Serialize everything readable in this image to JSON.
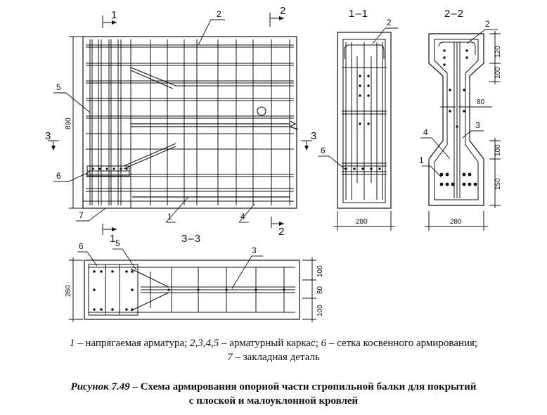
{
  "sections": {
    "main_cut_1_left": "1",
    "main_cut_2_left": "2",
    "main_cut_1_bottom": "1",
    "main_cut_2_bottom": "2",
    "main_cut_3_left": "3",
    "main_cut_3_right": "3",
    "title_1_1": "1–1",
    "title_2_2": "2–2",
    "title_3_3": "3–3"
  },
  "callouts": {
    "main": {
      "c1": "1",
      "c2": "2",
      "c4": "4",
      "c5": "5",
      "c6": "6",
      "c7": "7"
    },
    "sec11": {
      "c2": "2",
      "c6": "6"
    },
    "sec22": {
      "c1": "1",
      "c2": "2",
      "c3": "3",
      "c4": "4"
    },
    "sec33": {
      "c3": "3",
      "c5": "5",
      "c6": "6"
    }
  },
  "dimensions": {
    "main_height": "890",
    "sec11_width": "280",
    "sec22_width": "280",
    "sec22_120": "120",
    "sec22_100_top": "100",
    "sec22_80": "80",
    "sec22_100_bot": "100",
    "sec22_150": "150",
    "sec33_280": "280",
    "sec33_100_top": "100",
    "sec33_80": "80",
    "sec33_100_bot": "100"
  },
  "legend": {
    "l1_num": "1",
    "l1_text": " – напрягаемая арматура; ",
    "l2_num": "2,3,4,5",
    "l2_text": " – арматурный каркас; ",
    "l3_num": "6",
    "l3_text": " – сетка косвенного армирования;",
    "l4_num": "7",
    "l4_text": " – закладная деталь"
  },
  "caption": {
    "label": "Рисунок 7.49",
    "text_1": " – Схема армирования опорной части стропильной балки для покрытий",
    "text_2": "с плоской и малоуклонной кровлей"
  }
}
